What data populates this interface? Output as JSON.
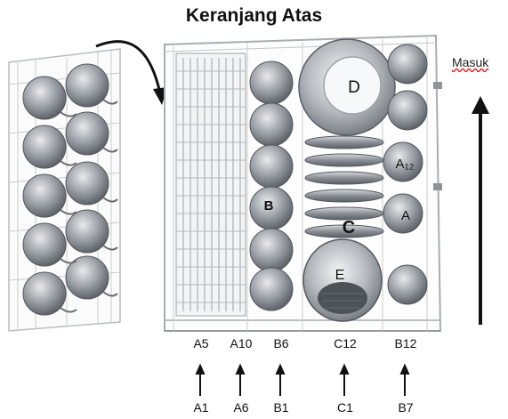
{
  "title": "Keranjang Atas",
  "insert_label": "Masuk",
  "item_letters": {
    "d": "D",
    "a12": "A₁₂",
    "a": "A",
    "b": "B",
    "c": "C",
    "e": "E"
  },
  "position_labels_top": [
    "A5",
    "A10",
    "B6",
    "C12",
    "B12"
  ],
  "position_labels_bottom": [
    "A1",
    "A6",
    "B1",
    "C1",
    "B7"
  ]
}
